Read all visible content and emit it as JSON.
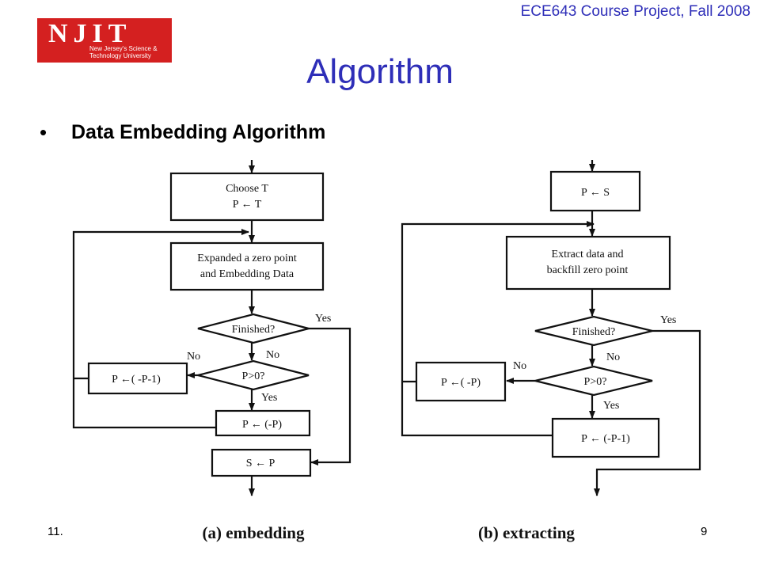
{
  "header": {
    "course": "ECE643 Course Project, Fall 2008",
    "logo_main": "NJIT",
    "logo_line1": "New Jersey's Science &",
    "logo_line2": "Technology University"
  },
  "slide": {
    "title": "Algorithm",
    "bullet_marker": "•",
    "bullet": "Data Embedding Algorithm"
  },
  "footer": {
    "left": "11.",
    "right": "9"
  },
  "diagram": {
    "embedding": {
      "caption": "(a) embedding",
      "choose_line1": "Choose T",
      "choose_line2": "P ← T",
      "expand_line1": "Expanded a zero point",
      "expand_line2": "and Embedding Data",
      "finished": "Finished?",
      "yes_finished": "Yes",
      "no_p_left": "No",
      "no_finished": "No",
      "p_gt_0": "P>0?",
      "yes_p": "Yes",
      "assign_left": "P ←( -P-1)",
      "assign_down": "P ← (-P)",
      "result": "S ← P"
    },
    "extracting": {
      "caption": "(b) extracting",
      "start": "P ← S",
      "extract_line1": "Extract data and",
      "extract_line2": "backfill zero point",
      "finished": "Finished?",
      "yes_finished": "Yes",
      "no_finished": "No",
      "no_p_left": "No",
      "p_gt_0": "P>0?",
      "yes_p": "Yes",
      "assign_left": "P ←( -P)",
      "assign_down": "P ← (-P-1)"
    }
  }
}
